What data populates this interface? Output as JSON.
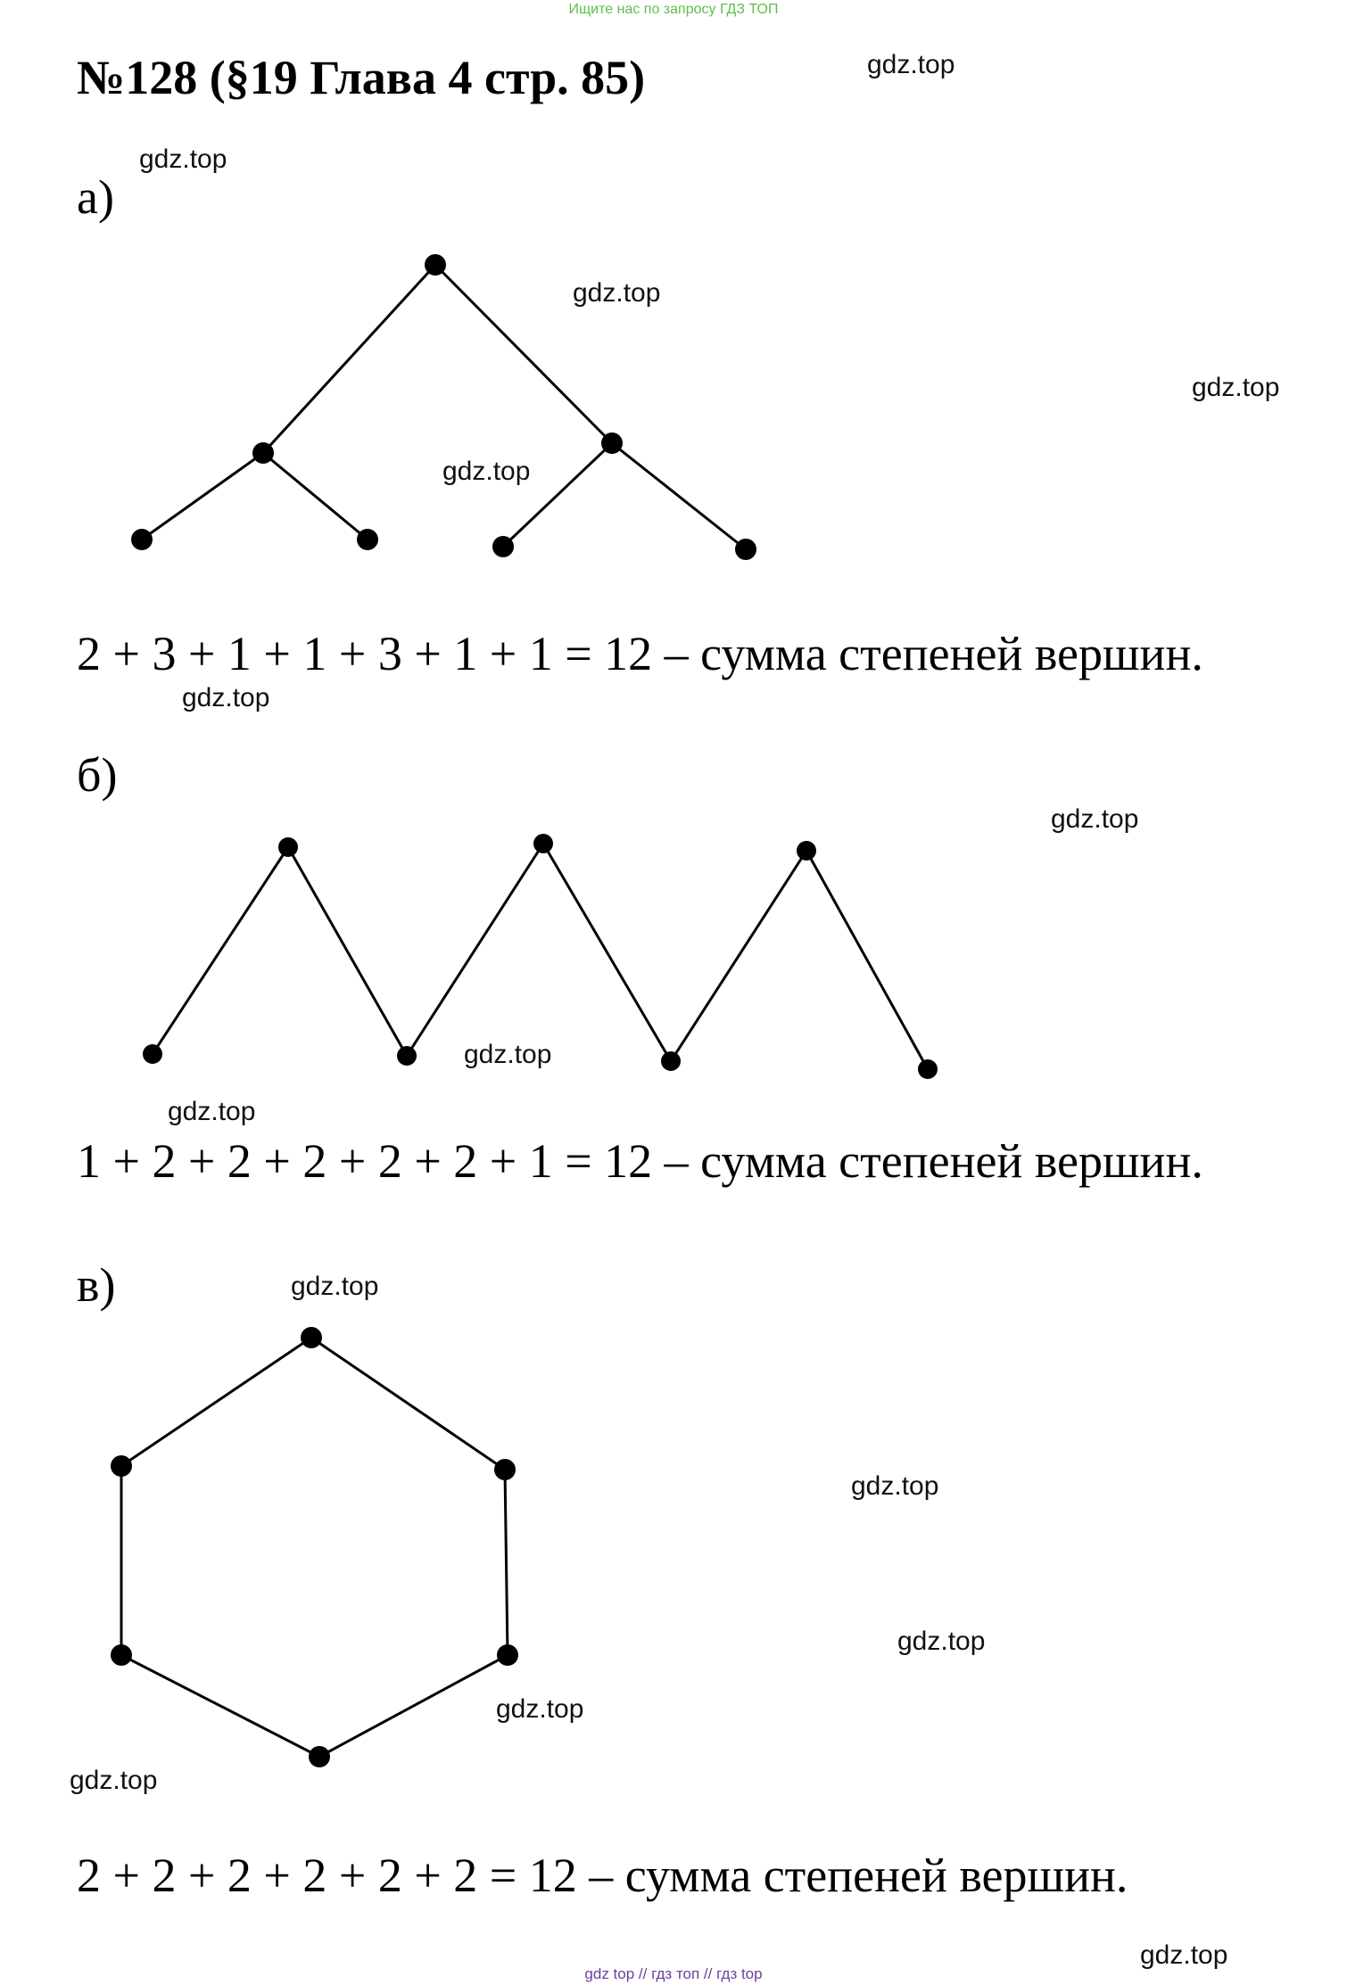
{
  "banner": "Ищите нас по запросу ГДЗ ТОП",
  "title": "№128 (§19 Глава 4 стр. 85)",
  "watermark": "gdz.top",
  "parts": [
    {
      "label": "а)",
      "equation": "2 + 3 + 1 + 1 + 3 + 1 + 1 = 12 – сумма степеней вершин."
    },
    {
      "label": "б)",
      "equation": "1 + 2 + 2 + 2 + 2 + 2 + 1 = 12 – сумма степеней вершин."
    },
    {
      "label": "в)",
      "equation": "2 + 2 + 2 + 2 + 2 + 2 = 12 – сумма степеней вершин."
    }
  ],
  "footer": "gdz top  //  гдз топ  //  гдз top"
}
